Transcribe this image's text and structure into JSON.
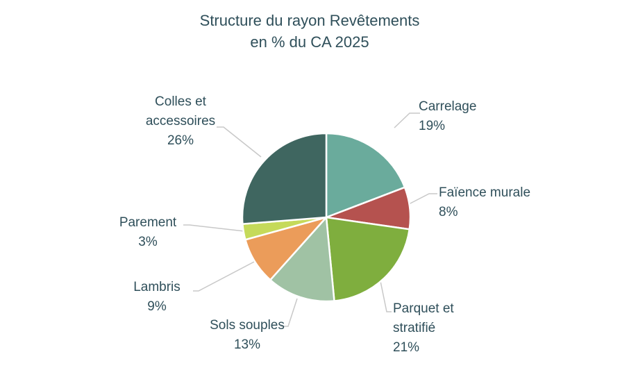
{
  "chart_data": {
    "type": "pie",
    "title": [
      "Structure du rayon Revêtements",
      "en % du CA 2025"
    ],
    "slices": [
      {
        "label": [
          "Carrelage"
        ],
        "value": 19,
        "display": "19%",
        "color": "#6aab9c"
      },
      {
        "label": [
          "Faïence murale"
        ],
        "value": 8,
        "display": "8%",
        "color": "#b5524f"
      },
      {
        "label": [
          "Parquet et",
          "stratifié"
        ],
        "value": 21,
        "display": "21%",
        "color": "#7fae3e"
      },
      {
        "label": [
          "Sols souples"
        ],
        "value": 13,
        "display": "13%",
        "color": "#a0c2a4"
      },
      {
        "label": [
          "Lambris"
        ],
        "value": 9,
        "display": "9%",
        "color": "#eb9c5a"
      },
      {
        "label": [
          "Parement"
        ],
        "value": 3,
        "display": "3%",
        "color": "#c5da5a"
      },
      {
        "label": [
          "Colles et",
          "accessoires"
        ],
        "value": 26,
        "display": "26%",
        "color": "#3f6660"
      }
    ],
    "start_angle": "12 o'clock",
    "direction": "clockwise",
    "slice_border_color": "#ffffff",
    "leader_line_color": "#c8c8c8",
    "legend": "none",
    "text_color": "#2f4f5a"
  }
}
